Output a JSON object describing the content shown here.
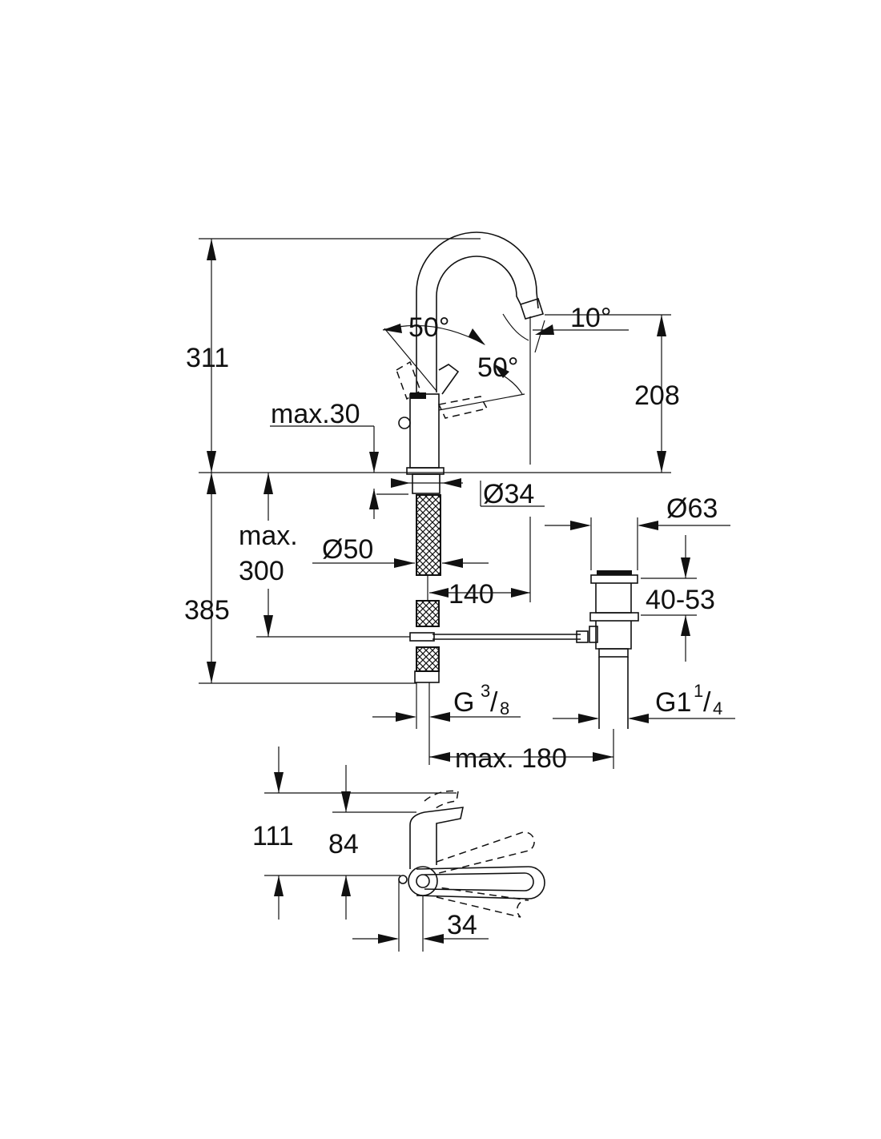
{
  "labels": {
    "height_total": "311",
    "spout_height": "208",
    "angle_spout": "10°",
    "angle_lever_left": "50°",
    "angle_lever_right": "50°",
    "max_30": "max.30",
    "dia_34": "Ø34",
    "dia_63": "Ø63",
    "max_300_line1": "max.",
    "max_300_line2": "300",
    "dia_50": "Ø50",
    "depth_385": "385",
    "reach_140": "140",
    "range_40_53": "40-53",
    "thread_g38_base": "G",
    "thread_g38_num": "3",
    "thread_g38_den": "8",
    "thread_g114_base": "G1",
    "thread_g114_num": "1",
    "thread_g114_den": "4",
    "max_180": "max. 180",
    "height_111": "111",
    "height_84": "84",
    "width_34": "34"
  }
}
